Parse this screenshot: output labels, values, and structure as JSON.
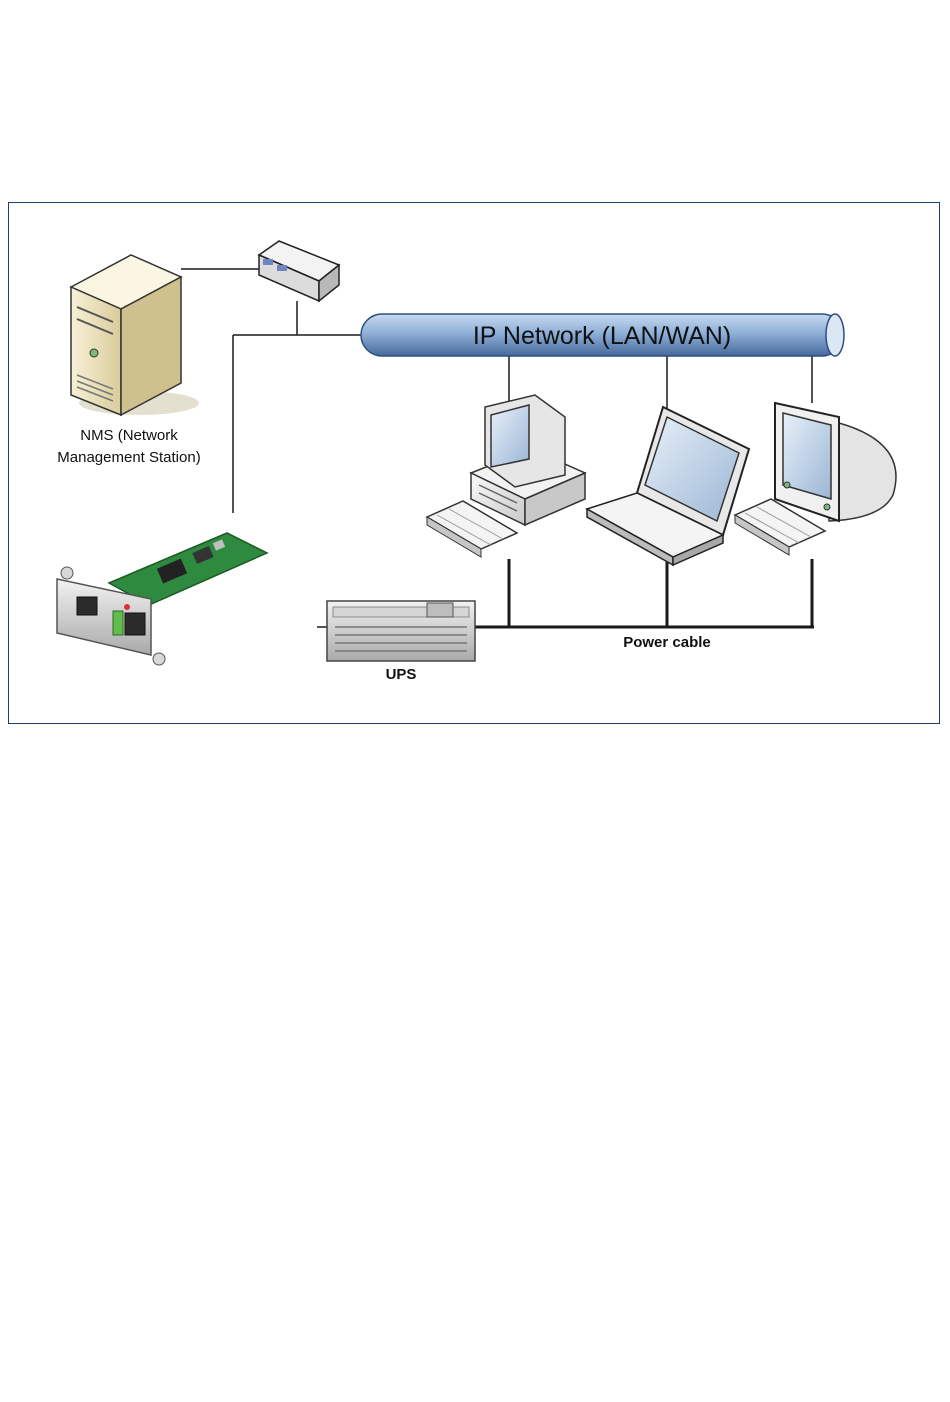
{
  "diagram": {
    "network_label": "IP Network (LAN/WAN)",
    "nms_label_line1": "NMS (Network",
    "nms_label_line2": "Management Station)",
    "power_cable_label": "Power cable",
    "ups_label": "UPS",
    "colors": {
      "frame_border": "#1f3f6e",
      "network_pipe": "#8fb0d8",
      "network_pipe_dark": "#3e6496",
      "line": "#1a1a1a",
      "server_body": "#efe6c3",
      "card_pcb": "#2e8a3f",
      "connector": "#5fbf4a"
    },
    "icons": [
      "server-icon",
      "network-switch-icon",
      "network-card-icon",
      "desktop-pc-icon",
      "laptop-icon",
      "crt-monitor-icon",
      "keyboard-icon",
      "ups-icon"
    ]
  }
}
